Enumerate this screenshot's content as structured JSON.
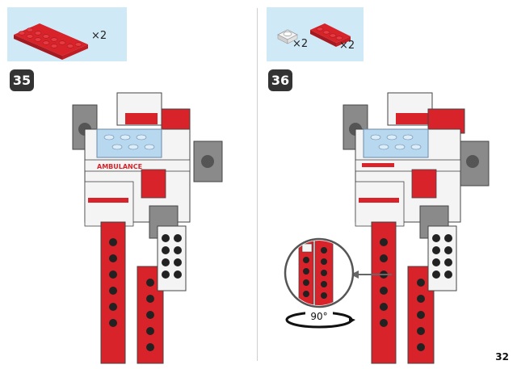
{
  "step_left": {
    "number": "35",
    "part_qty": "×2"
  },
  "step_right": {
    "number": "36",
    "part1_qty": "×2",
    "part2_qty": "×2",
    "rotation_label": "90°"
  },
  "decal_text": "AMBULANCE",
  "page_number": "32",
  "colors": {
    "brick_red": "#d8232a",
    "brick_white": "#f4f4f4",
    "brick_gray": "#8a8a8a",
    "trans_blue": "#b8d8f0",
    "parts_bg": "#cfe9f7",
    "badge": "#333333"
  }
}
